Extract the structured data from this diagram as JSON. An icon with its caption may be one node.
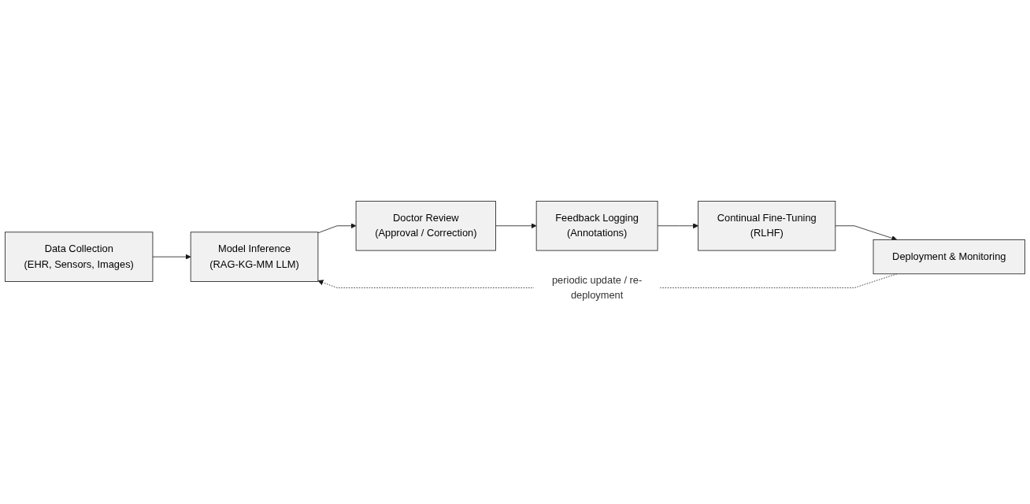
{
  "diagram": {
    "nodes": [
      {
        "text": [
          "Data Collection",
          "(EHR, Sensors, Images)"
        ]
      },
      {
        "text": [
          "Model Inference",
          "(RAG-KG-MM LLM)"
        ]
      },
      {
        "text": [
          "Doctor Review",
          "(Approval / Correction)"
        ]
      },
      {
        "text": [
          "Feedback Logging",
          "(Annotations)"
        ]
      },
      {
        "text": [
          "Continual Fine-Tuning",
          "(RLHF)"
        ]
      },
      {
        "text": [
          "Deployment & Monitoring"
        ]
      }
    ],
    "edges": [
      {
        "from": 0,
        "to": 1,
        "arrow": "to"
      },
      {
        "from": 1,
        "to": 2,
        "arrow": "to"
      },
      {
        "from": 2,
        "to": 3,
        "arrow": "to"
      },
      {
        "from": 3,
        "to": 4,
        "arrow": "to"
      },
      {
        "from": 4,
        "to": 5,
        "arrow": "to"
      },
      {
        "from": 5,
        "to": 1,
        "arrow": "to",
        "label": "periodic update / re-deployment",
        "style": "dashed"
      }
    ]
  }
}
